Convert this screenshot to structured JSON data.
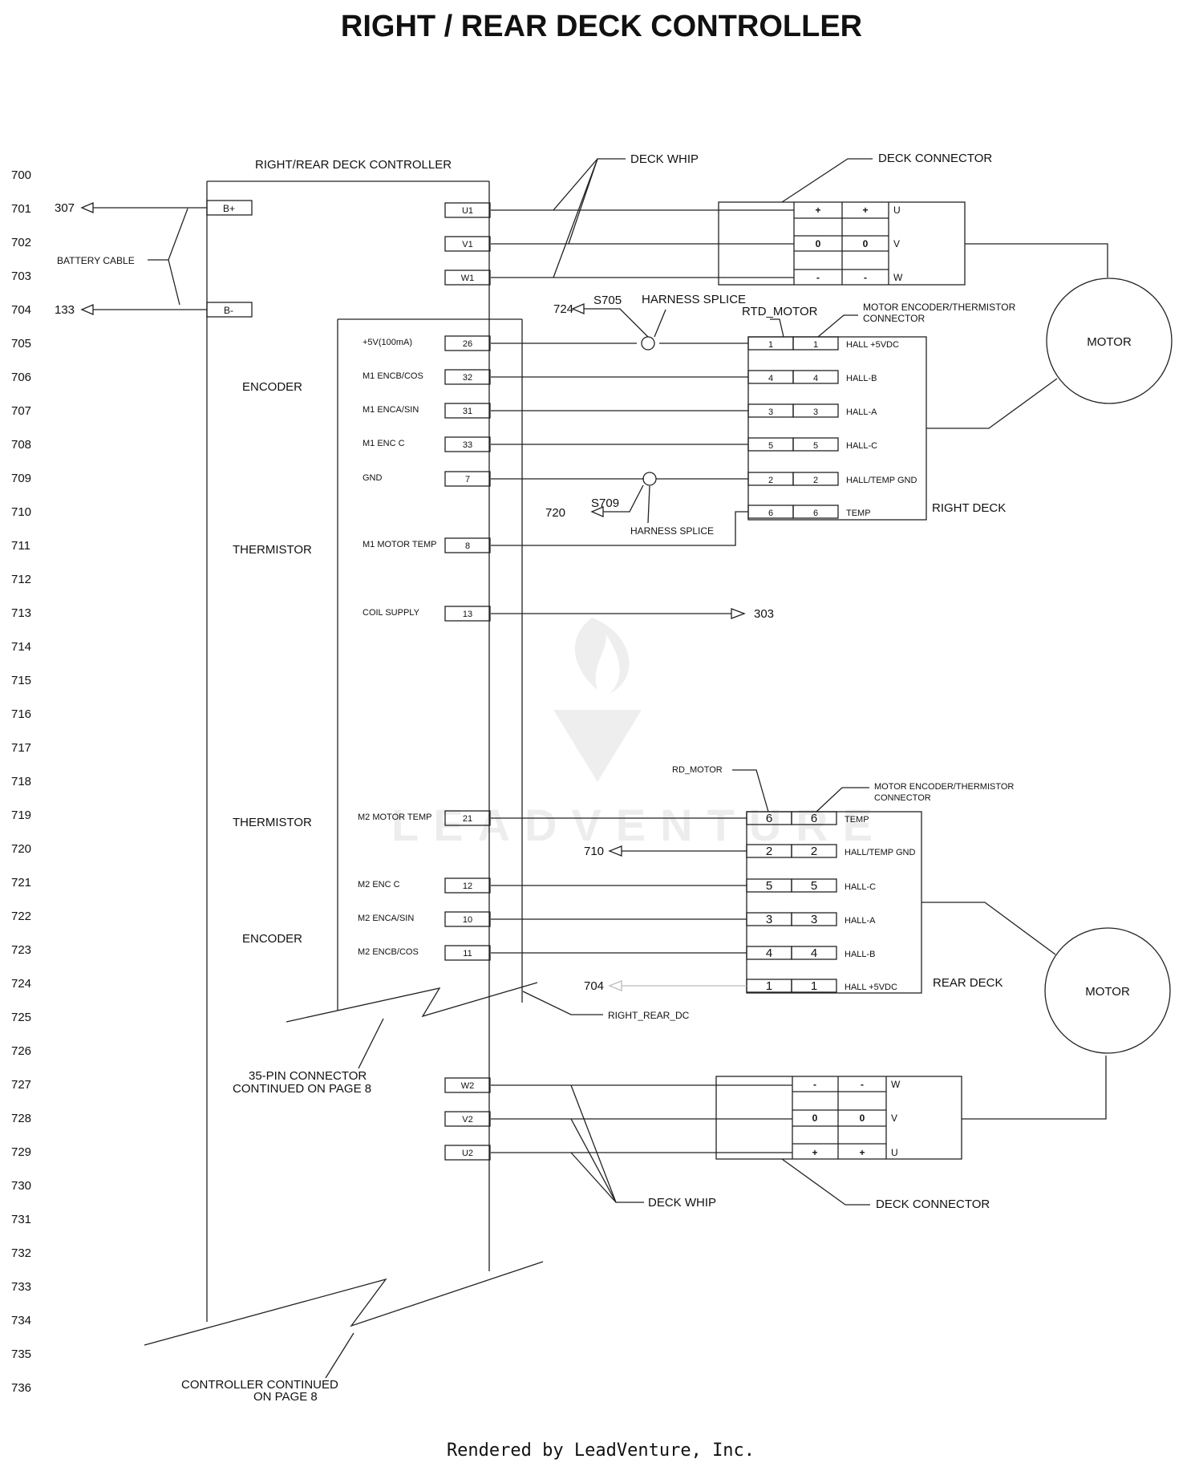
{
  "title": "RIGHT / REAR DECK CONTROLLER",
  "controller_label": "RIGHT/REAR  DECK CONTROLLER",
  "row_numbers": [
    "700",
    "701",
    "702",
    "703",
    "704",
    "705",
    "706",
    "707",
    "708",
    "709",
    "710",
    "711",
    "712",
    "713",
    "714",
    "715",
    "716",
    "717",
    "718",
    "719",
    "720",
    "721",
    "722",
    "723",
    "724",
    "725",
    "726",
    "727",
    "728",
    "729",
    "730",
    "731",
    "732",
    "733",
    "734",
    "735",
    "736"
  ],
  "battery": {
    "label": "BATTERY CABLE",
    "pos_ref": "307",
    "neg_ref": "133",
    "pos_term": "B+",
    "neg_term": "B-"
  },
  "sections": {
    "encoder": "ENCODER",
    "thermistor": "THERMISTOR"
  },
  "right_pins": [
    {
      "name": "+5V(100mA)",
      "pin": "26"
    },
    {
      "name": "M1 ENCB/COS",
      "pin": "32"
    },
    {
      "name": "M1 ENCA/SIN",
      "pin": "31"
    },
    {
      "name": "M1 ENC C",
      "pin": "33"
    },
    {
      "name": "GND",
      "pin": "7"
    },
    {
      "name": "M1 MOTOR TEMP",
      "pin": "8"
    },
    {
      "name": "COIL SUPPLY",
      "pin": "13"
    }
  ],
  "rear_pins": [
    {
      "name": "M2 MOTOR TEMP",
      "pin": "21"
    },
    {
      "name": "M2 ENC C",
      "pin": "12"
    },
    {
      "name": "M2 ENCA/SIN",
      "pin": "10"
    },
    {
      "name": "M2 ENCB/COS",
      "pin": "11"
    }
  ],
  "phase_top": [
    "U1",
    "V1",
    "W1"
  ],
  "phase_bottom": [
    "W2",
    "V2",
    "U2"
  ],
  "coil_ref": "303",
  "deck_whip": "DECK WHIP",
  "deck_connector": "DECK CONNECTOR",
  "deck_connector_top_rows": [
    {
      "a": "+",
      "b": "+",
      "label": "U"
    },
    {
      "a": "0",
      "b": "0",
      "label": "V"
    },
    {
      "a": "-",
      "b": "-",
      "label": "W"
    }
  ],
  "deck_connector_bottom_rows": [
    {
      "a": "-",
      "b": "-",
      "label": "W"
    },
    {
      "a": "0",
      "b": "0",
      "label": "V"
    },
    {
      "a": "+",
      "b": "+",
      "label": "U"
    }
  ],
  "motor": "MOTOR",
  "harness_splice": "HARNESS SPLICE",
  "splice_top": {
    "id": "S705",
    "ref": "724"
  },
  "splice_bottom": {
    "id": "S709",
    "ref": "720"
  },
  "rtd_motor": "RTD_MOTOR",
  "rd_motor": "RD_MOTOR",
  "enc_connector_label": "MOTOR ENCODER/THERMISTOR",
  "enc_connector_label2": "CONNECTOR",
  "right_enc_rows": [
    {
      "a": "1",
      "b": "1",
      "label": "HALL +5VDC"
    },
    {
      "a": "4",
      "b": "4",
      "label": "HALL-B"
    },
    {
      "a": "3",
      "b": "3",
      "label": "HALL-A"
    },
    {
      "a": "5",
      "b": "5",
      "label": "HALL-C"
    },
    {
      "a": "2",
      "b": "2",
      "label": "HALL/TEMP GND"
    },
    {
      "a": "6",
      "b": "6",
      "label": "TEMP"
    }
  ],
  "rear_enc_rows": [
    {
      "a": "6",
      "b": "6",
      "label": "TEMP"
    },
    {
      "a": "2",
      "b": "2",
      "label": "HALL/TEMP GND"
    },
    {
      "a": "5",
      "b": "5",
      "label": "HALL-C"
    },
    {
      "a": "3",
      "b": "3",
      "label": "HALL-A"
    },
    {
      "a": "4",
      "b": "4",
      "label": "HALL-B"
    },
    {
      "a": "1",
      "b": "1",
      "label": "HALL +5VDC"
    }
  ],
  "right_deck": "RIGHT DECK",
  "rear_deck": "REAR DECK",
  "ref_710": "710",
  "ref_704": "704",
  "right_rear_dc": "RIGHT_REAR_DC",
  "pin35_line1": "35-PIN CONNECTOR",
  "pin35_line2": "CONTINUED ON PAGE 8",
  "ctrl_cont_line1": "CONTROLLER CONTINUED",
  "ctrl_cont_line2": "ON PAGE 8",
  "watermark": "LEADVENTURE",
  "footer": "Rendered by LeadVenture, Inc."
}
